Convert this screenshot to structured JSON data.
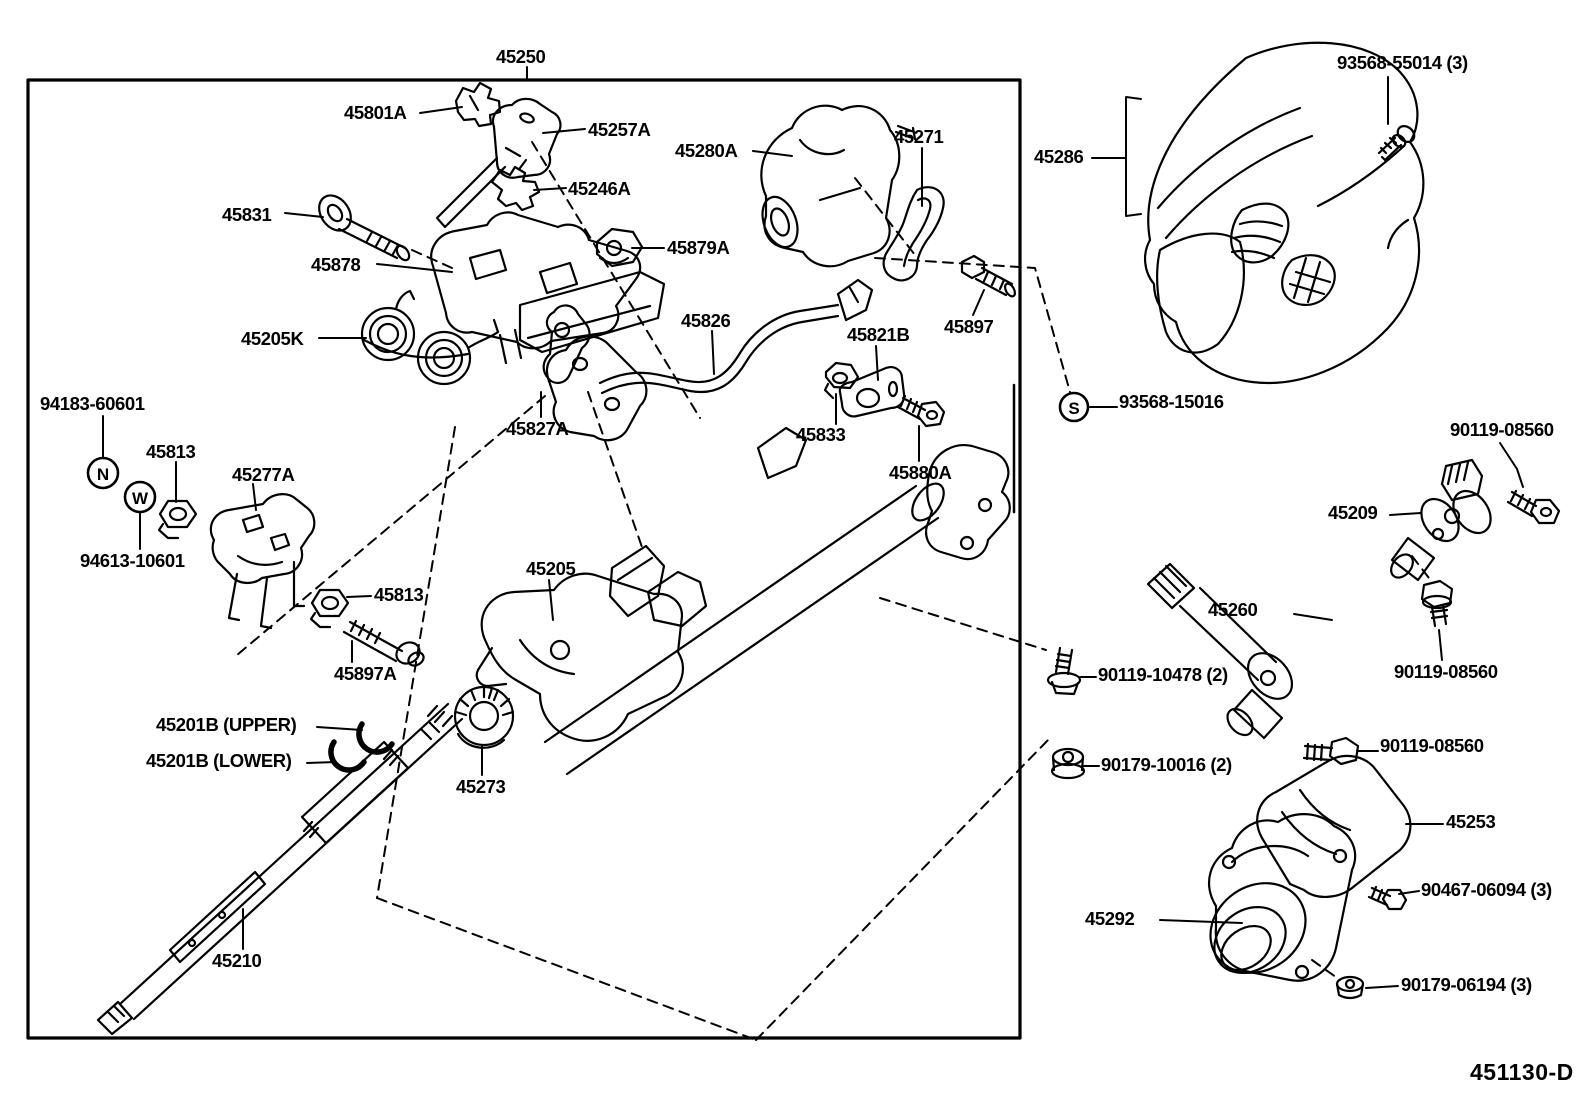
{
  "diagram": {
    "drawing_code": "451130-D",
    "colors": {
      "line": "#000000",
      "background": "#ffffff"
    },
    "markers": [
      {
        "symbol": "N",
        "for_part": "94183-60601"
      },
      {
        "symbol": "W",
        "for_part": "94613-10601"
      },
      {
        "symbol": "S",
        "for_part": "93568-15016"
      }
    ],
    "labels": [
      {
        "id": "45250",
        "text": "45250"
      },
      {
        "id": "45801A",
        "text": "45801A"
      },
      {
        "id": "45257A",
        "text": "45257A"
      },
      {
        "id": "45246A",
        "text": "45246A"
      },
      {
        "id": "45831",
        "text": "45831"
      },
      {
        "id": "45878",
        "text": "45878"
      },
      {
        "id": "45879A",
        "text": "45879A"
      },
      {
        "id": "45280A",
        "text": "45280A"
      },
      {
        "id": "45271",
        "text": "45271"
      },
      {
        "id": "45897",
        "text": "45897"
      },
      {
        "id": "45205K",
        "text": "45205K"
      },
      {
        "id": "45826",
        "text": "45826"
      },
      {
        "id": "45821B",
        "text": "45821B"
      },
      {
        "id": "45833",
        "text": "45833"
      },
      {
        "id": "45880A",
        "text": "45880A"
      },
      {
        "id": "45827A",
        "text": "45827A"
      },
      {
        "id": "94183-60601",
        "text": "94183-60601"
      },
      {
        "id": "45813-1",
        "text": "45813"
      },
      {
        "id": "45277A",
        "text": "45277A"
      },
      {
        "id": "94613-10601",
        "text": "94613-10601"
      },
      {
        "id": "45813-2",
        "text": "45813"
      },
      {
        "id": "45897A",
        "text": "45897A"
      },
      {
        "id": "45205",
        "text": "45205"
      },
      {
        "id": "45201B-upper",
        "text": "45201B (UPPER)"
      },
      {
        "id": "45201B-lower",
        "text": "45201B (LOWER)"
      },
      {
        "id": "45273",
        "text": "45273"
      },
      {
        "id": "45210",
        "text": "45210"
      },
      {
        "id": "45286",
        "text": "45286"
      },
      {
        "id": "93568-55014",
        "text": "93568-55014 (3)"
      },
      {
        "id": "93568-15016",
        "text": "93568-15016"
      },
      {
        "id": "90119-08560-1",
        "text": "90119-08560"
      },
      {
        "id": "45209",
        "text": "45209"
      },
      {
        "id": "45260",
        "text": "45260"
      },
      {
        "id": "90119-08560-2",
        "text": "90119-08560"
      },
      {
        "id": "90119-10478",
        "text": "90119-10478 (2)"
      },
      {
        "id": "90119-08560-3",
        "text": "90119-08560"
      },
      {
        "id": "90179-10016",
        "text": "90179-10016 (2)"
      },
      {
        "id": "45253",
        "text": "45253"
      },
      {
        "id": "90467-06094",
        "text": "90467-06094 (3)"
      },
      {
        "id": "45292",
        "text": "45292"
      },
      {
        "id": "90179-06194",
        "text": "90179-06194 (3)"
      },
      {
        "id": "drawing-code",
        "text": "451130-D"
      }
    ]
  }
}
